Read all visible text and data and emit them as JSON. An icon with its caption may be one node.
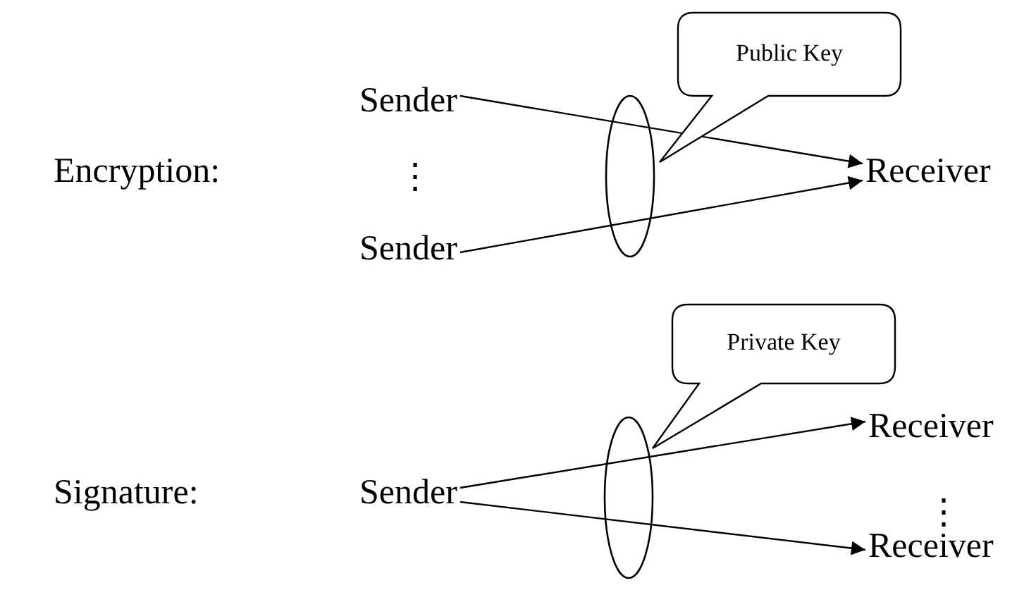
{
  "diagram": {
    "nodes": [
      {
        "text": [
          "Sender"
        ]
      },
      {
        "text": [
          "Sender"
        ]
      },
      {
        "text": [
          "Receiver"
        ]
      },
      {
        "text": [
          "Public Key"
        ]
      },
      {
        "text": [
          "Sender"
        ]
      },
      {
        "text": [
          "Receiver"
        ]
      },
      {
        "text": [
          "Receiver"
        ]
      },
      {
        "text": [
          "Private Key"
        ]
      }
    ],
    "edges": [
      {
        "from": 0,
        "to": 2,
        "arrow": "to"
      },
      {
        "from": 1,
        "to": 2,
        "arrow": "to"
      },
      {
        "from": 4,
        "to": 5,
        "arrow": "to"
      },
      {
        "from": 4,
        "to": 6,
        "arrow": "to"
      }
    ],
    "labels": [
      "Encryption:",
      "⋮",
      "Signature:",
      "⋮"
    ]
  }
}
